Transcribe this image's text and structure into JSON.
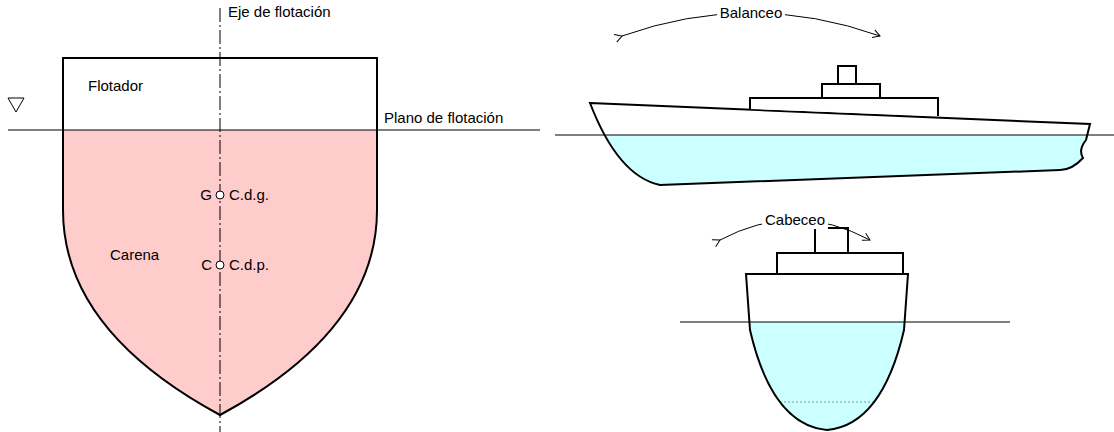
{
  "diagram": {
    "labels": [
      "Eje de flotación",
      "Flotador",
      "Plano de flotación",
      "G",
      "C.d.g.",
      "C",
      "C.d.p.",
      "Carena",
      "Balanceo",
      "Cabeceo"
    ]
  }
}
